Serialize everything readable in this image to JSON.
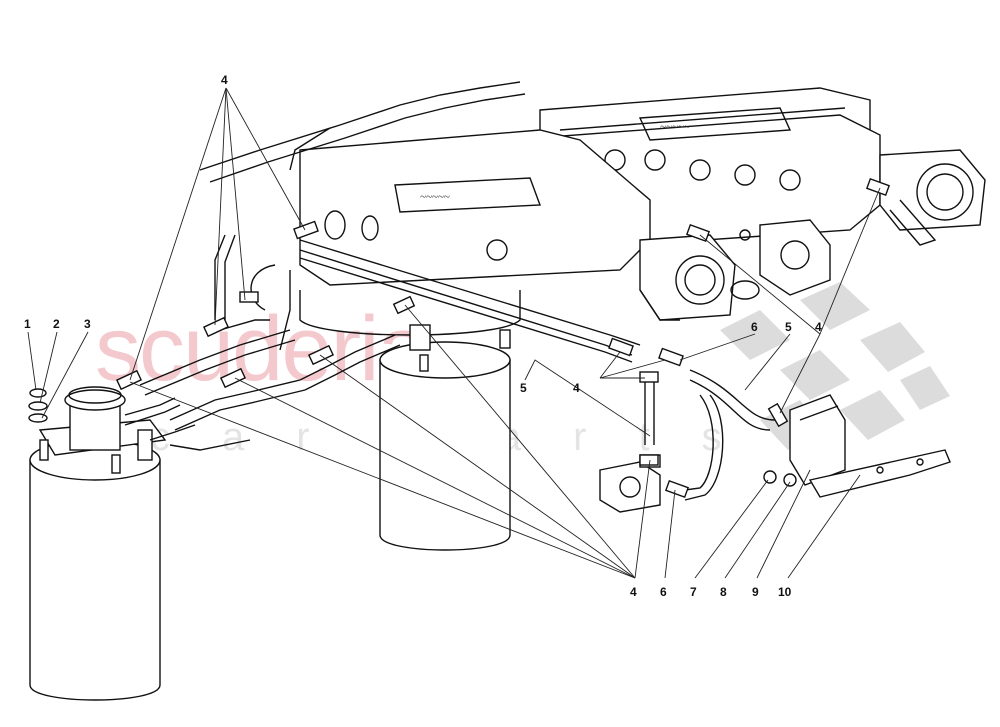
{
  "watermark": {
    "main": "scuderia",
    "sub": "car parts"
  },
  "callouts": [
    "1",
    "2",
    "3",
    "4",
    "5",
    "6",
    "7",
    "8",
    "9",
    "10"
  ],
  "labels": {
    "c1": "1",
    "c2": "2",
    "c3": "3",
    "c4_top": "4",
    "c4_mid": "4",
    "c4_right": "4",
    "c4_bottom": "4",
    "c5_mid": "5",
    "c5_right": "5",
    "c6_right": "6",
    "c6_bottom": "6",
    "c7": "7",
    "c8": "8",
    "c9": "9",
    "c10": "10"
  },
  "colors": {
    "ink": "#111111",
    "watermark": "#f3c4c9",
    "checker": "#dcdcdc"
  }
}
